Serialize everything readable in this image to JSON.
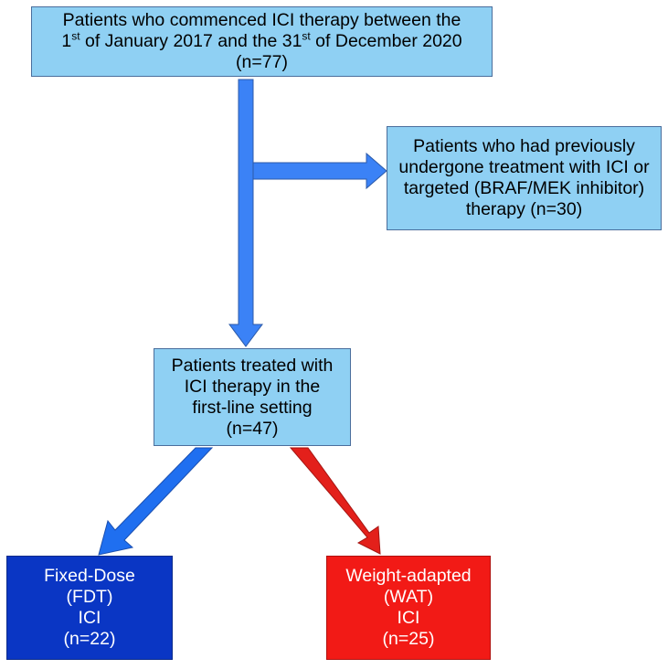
{
  "colors": {
    "light_box_fill": "#8fd0f3",
    "box_border": "#4a6e9c",
    "fdt_fill": "#0a36c4",
    "wat_fill": "#f21a16",
    "blue_arrow": "#3b82f6",
    "red_arrow": "#e3201b"
  },
  "boxes": {
    "start": {
      "line1": "Patients who commenced ICI therapy between the",
      "line2_a": "1",
      "line2_sup_a": "st",
      "line2_b": " of January 2017 and the 31",
      "line2_sup_b": "st",
      "line2_c": " of December 2020",
      "line3": "(n=77)"
    },
    "excluded": {
      "line1": "Patients who had previously",
      "line2": "undergone treatment with ICI or",
      "line3": "targeted (BRAF/MEK inhibitor)",
      "line4": "therapy (n=30)"
    },
    "first_line": {
      "line1": "Patients treated with",
      "line2": "ICI therapy in the",
      "line3": "first-line setting",
      "line4": "(n=47)"
    },
    "fdt": {
      "line1": "Fixed-Dose",
      "line2": "(FDT)",
      "line3": "ICI",
      "line4": "(n=22)"
    },
    "wat": {
      "line1": "Weight-adapted",
      "line2": "(WAT)",
      "line3": "ICI",
      "line4": "(n=25)"
    }
  }
}
